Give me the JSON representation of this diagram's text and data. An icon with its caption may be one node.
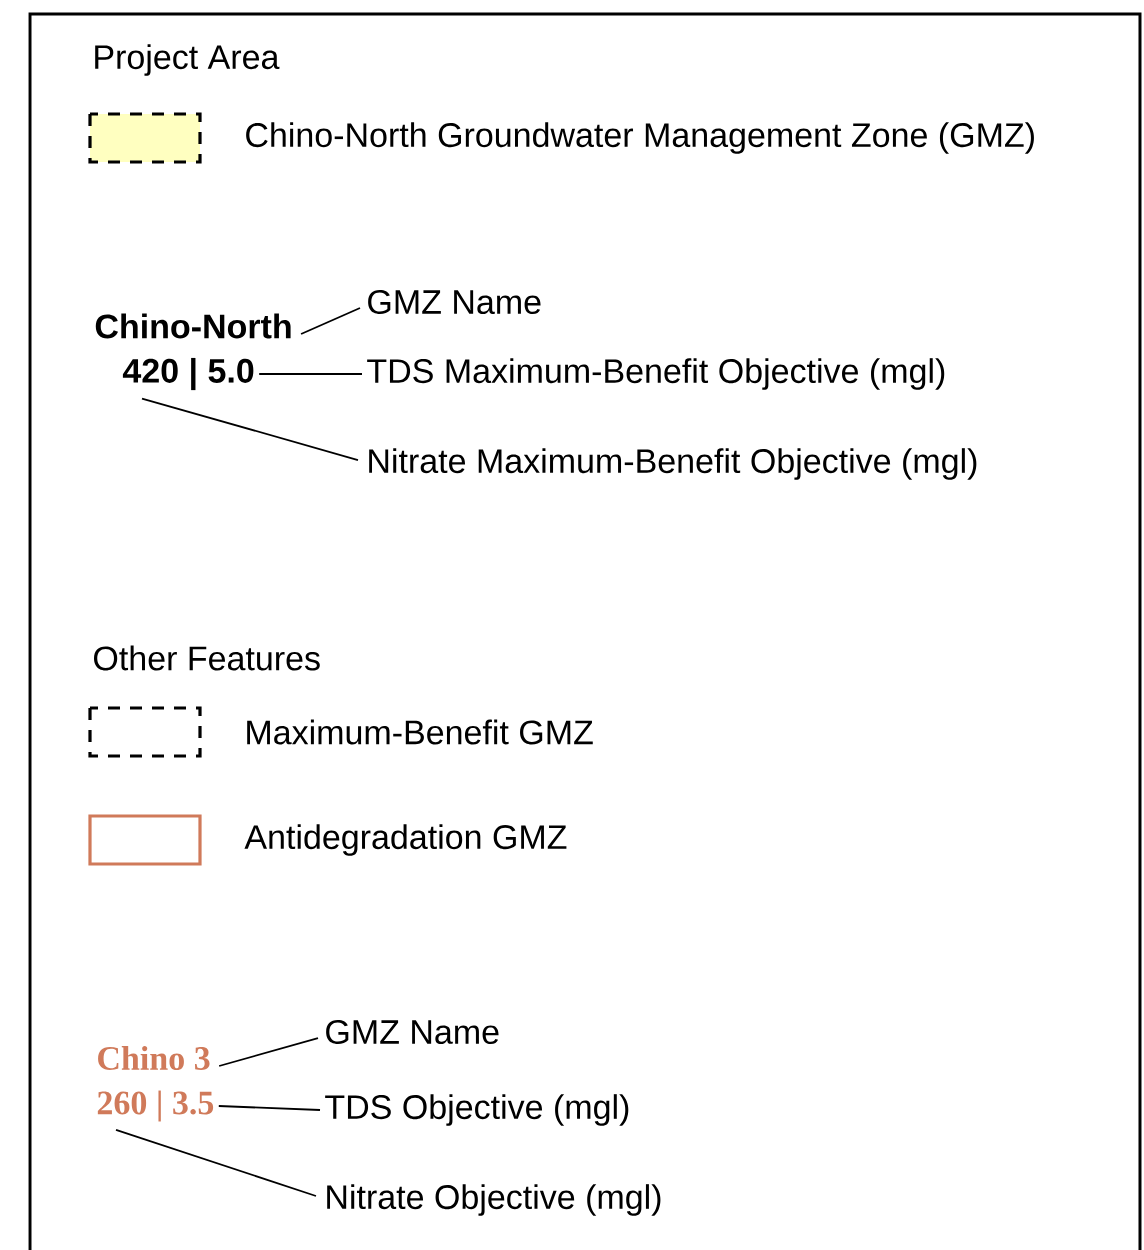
{
  "diagram": {
    "nodes": [
      {
        "text": [
          "Chino-North"
        ]
      },
      {
        "text": [
          "GMZ Name"
        ]
      },
      {
        "text": [
          "420 | 5.0"
        ]
      },
      {
        "text": [
          "TDS Maximum-Benefit Objective (mgl)"
        ]
      },
      {
        "text": [
          "Nitrate Maximum-Benefit Objective (mgl)"
        ]
      },
      {
        "text": [
          "Chino 3"
        ]
      },
      {
        "text": [
          "GMZ Name"
        ]
      },
      {
        "text": [
          "260 | 3.5"
        ]
      },
      {
        "text": [
          "TDS Objective (mgl)"
        ]
      },
      {
        "text": [
          "Nitrate Objective (mgl)"
        ]
      }
    ],
    "edges": [
      {
        "from": 1,
        "to": 0,
        "arrow": "none"
      },
      {
        "from": 3,
        "to": 2,
        "arrow": "none"
      },
      {
        "from": 4,
        "to": 2,
        "arrow": "none"
      },
      {
        "from": 6,
        "to": 5,
        "arrow": "none"
      },
      {
        "from": 8,
        "to": 7,
        "arrow": "none"
      },
      {
        "from": 9,
        "to": 7,
        "arrow": "none"
      }
    ],
    "labels": [
      "Project Area",
      "Other Features"
    ],
    "legend": [
      {
        "text": "Chino-North Groundwater Management Zone (GMZ)",
        "color": "#ffffc0"
      },
      {
        "text": "Maximum-Benefit GMZ"
      },
      {
        "text": "Antidegradation GMZ"
      }
    ]
  }
}
